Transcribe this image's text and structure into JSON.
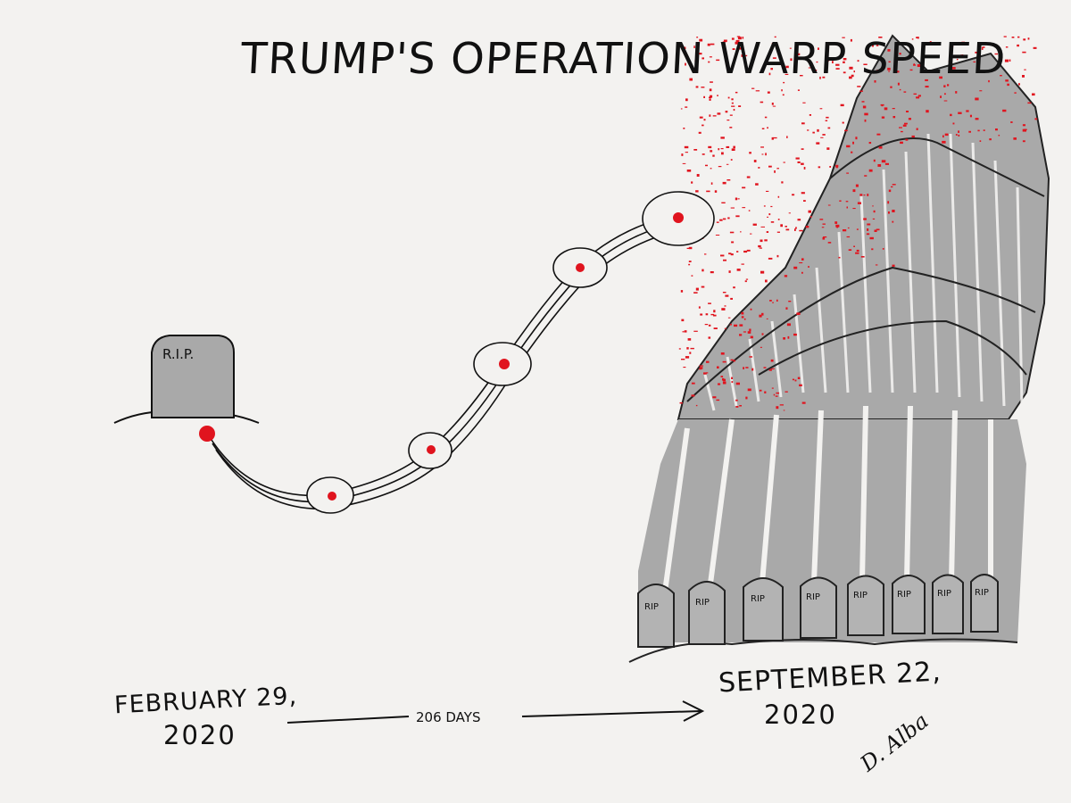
{
  "title": "TRUMP'S OPERATION WARP SPEED",
  "tombstone_label": "R.I.P.",
  "grave_label": "RIP",
  "start_date": {
    "line1": "FEBRUARY 29,",
    "line2": "2020"
  },
  "end_date": {
    "line1": "SEPTEMBER 22,",
    "line2": "2020"
  },
  "duration_label": "206 DAYS",
  "signature": "D. Alba",
  "colors": {
    "virus": "#e0141e",
    "stone": "#a9a9a9",
    "ink": "#111111",
    "paper": "#f3f2f0"
  }
}
